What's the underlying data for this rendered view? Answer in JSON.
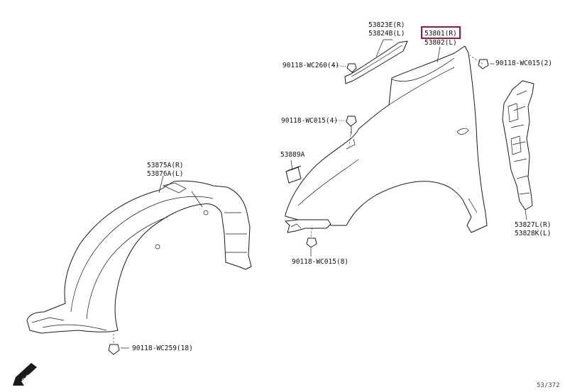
{
  "diagram": {
    "highlight_color": "#a0134a",
    "parts": {
      "fender_r": "53801(R)",
      "fender_l": "53802(L)",
      "seal_upper_r": "53823E(R)",
      "seal_upper_l": "53824B(L)",
      "clip_upper": "90118-WC260(4)",
      "bolt_right": "90118-WC015(2)",
      "bolt_mid": "90118-WC015(4)",
      "pad": "53889A",
      "liner_r": "53875A(R)",
      "liner_l": "53876A(L)",
      "clip_liner": "90118-WC259(18)",
      "bolt_bottom": "90118-WC015(8)",
      "seal_side_r": "53827L(R)",
      "seal_side_l": "53828K(L)"
    },
    "fwd_arrow": "FWD",
    "page_ref": "53/372"
  }
}
